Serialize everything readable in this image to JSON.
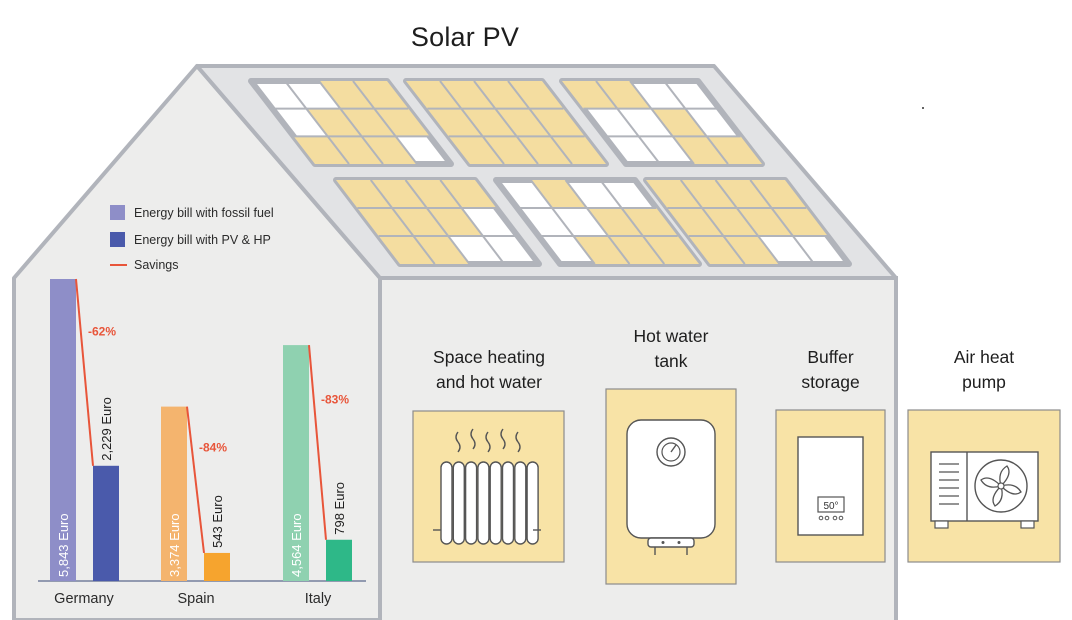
{
  "title": "Solar PV",
  "legend": {
    "fossil": "Energy bill with fossil fuel",
    "pvhp": "Energy bill with PV & HP",
    "savings": "Savings"
  },
  "colors": {
    "fossil_legend": "#8e8ec8",
    "pvhp_legend": "#4a5aab",
    "savings_line": "#e8553a",
    "house_fill": "#ededec",
    "house_stroke": "#b1b4bb",
    "panel_yellow": "#f4dda0",
    "appliance_fill": "#f8e3a6"
  },
  "chart_data": {
    "type": "bar",
    "categories": [
      "Germany",
      "Spain",
      "Italy"
    ],
    "series": [
      {
        "name": "Energy bill with fossil fuel",
        "values": [
          5843,
          3374,
          4564
        ]
      },
      {
        "name": "Energy bill with PV & HP",
        "values": [
          2229,
          543,
          798
        ]
      }
    ],
    "bar_labels_fossil": [
      "5,843 Euro",
      "3,374 Euro",
      "4,564 Euro"
    ],
    "bar_labels_pvhp": [
      "2,229 Euro",
      "543 Euro",
      "798 Euro"
    ],
    "savings": [
      "-62%",
      "-84%",
      "-83%"
    ],
    "bar_colors_fossil": [
      "#8e8ec8",
      "#f4b46e",
      "#8fd1b0"
    ],
    "bar_colors_pvhp": [
      "#4a5aab",
      "#f6a42e",
      "#2eb888"
    ],
    "ylim": [
      0,
      6000
    ]
  },
  "rooms": {
    "space_heating": [
      "Space heating",
      "and hot water"
    ],
    "hot_water_tank": [
      "Hot water",
      "tank"
    ],
    "buffer_storage": [
      "Buffer",
      "storage"
    ],
    "heat_pump": [
      "Air heat",
      "pump"
    ]
  },
  "buffer_display": "50°"
}
